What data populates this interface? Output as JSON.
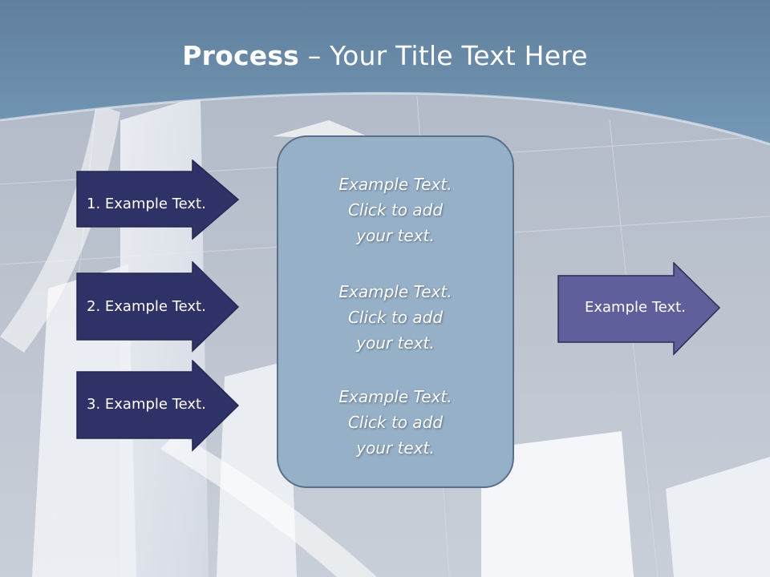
{
  "title": {
    "bold": "Process",
    "rest": " – Your Title Text Here"
  },
  "input_arrows": [
    {
      "label": "1. Example Text."
    },
    {
      "label": "2. Example Text."
    },
    {
      "label": "3. Example Text."
    }
  ],
  "center_box": {
    "paragraphs": [
      {
        "line1": "Example Text.",
        "line2": "Click  to add",
        "line3": "your text."
      },
      {
        "line1": "Example Text.",
        "line2": "Click  to add",
        "line3": "your text."
      },
      {
        "line1": "Example Text.",
        "line2": "Click  to add",
        "line3": "your text."
      }
    ]
  },
  "output_arrow": {
    "label": "Example Text."
  },
  "colors": {
    "input_arrow_fill": "#2f3266",
    "output_arrow_fill": "#5f5f9c",
    "center_box_fill": "#96b0c8",
    "header_band": "#6a8fae"
  }
}
